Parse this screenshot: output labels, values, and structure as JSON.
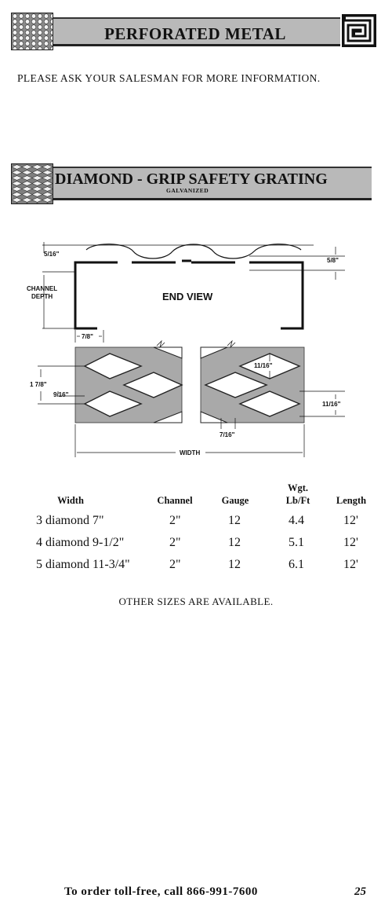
{
  "section1": {
    "title": "PERFORATED METAL",
    "info": "PLEASE ASK YOUR SALESMAN FOR MORE INFORMATION."
  },
  "section2": {
    "title": "DIAMOND - GRIP SAFETY GRATING",
    "subtitle": "GALVANIZED"
  },
  "diagram": {
    "end_view": "END VIEW",
    "channel_depth_line1": "CHANNEL",
    "channel_depth_line2": "DEPTH",
    "dim_5_16": "5/16\"",
    "dim_5_8": "5/8\"",
    "dim_7_8": "7/8\"",
    "dim_1_7_8": "1 7/8\"",
    "dim_9_16": "9/16\"",
    "dim_11_16_a": "11/16\"",
    "dim_11_16_b": "11/16\"",
    "dim_7_16": "7/16\"",
    "width": "WIDTH"
  },
  "table": {
    "headers": {
      "width": "Width",
      "channel": "Channel",
      "gauge": "Gauge",
      "wgt_line1": "Wgt.",
      "wgt_line2": "Lb/Ft",
      "length": "Length"
    },
    "rows": [
      {
        "width": "3 diamond  7\"",
        "channel": "2\"",
        "gauge": "12",
        "weight": "4.4",
        "length": "12'"
      },
      {
        "width": "4 diamond  9-1/2\"",
        "channel": "2\"",
        "gauge": "12",
        "weight": "5.1",
        "length": "12'"
      },
      {
        "width": "5 diamond  11-3/4\"",
        "channel": "2\"",
        "gauge": "12",
        "weight": "6.1",
        "length": "12'"
      }
    ],
    "note": "OTHER SIZES ARE AVAILABLE."
  },
  "footer": {
    "order": "To order toll-free, call 866-991-7600",
    "page": "25"
  }
}
